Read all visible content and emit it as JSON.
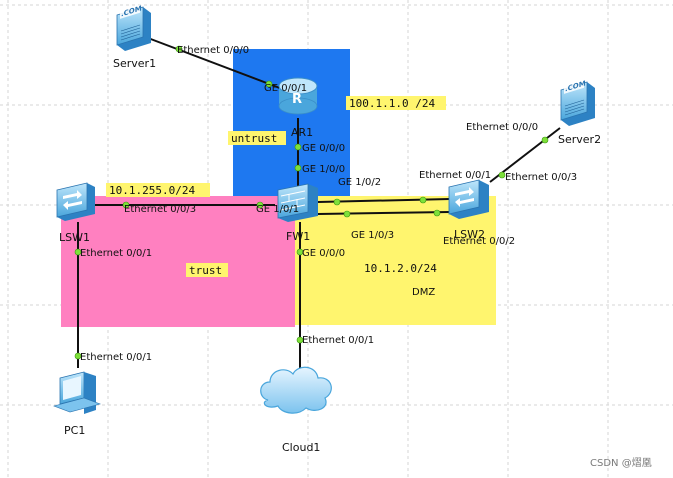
{
  "zones": {
    "untrust": "untrust",
    "trust": "trust",
    "dmz": "DMZ"
  },
  "networks": {
    "untrust_net": "100.1.1.0 /24",
    "trust_net": "10.1.255.0/24",
    "dmz_net": "10.1.2.0/24"
  },
  "devices": {
    "server1": "Server1",
    "server2": "Server2",
    "ar1": "AR1",
    "fw1": "FW1",
    "lsw1": "LSW1",
    "lsw2": "LSW2",
    "pc1": "PC1",
    "cloud1": "Cloud1"
  },
  "ports": {
    "server1_eth": "Ethernet 0/0/0",
    "ar1_ge001": "GE 0/0/1",
    "ar1_ge000": "GE 0/0/0",
    "fw1_ge100": "GE 1/0/0",
    "fw1_ge102": "GE 1/0/2",
    "fw1_ge101": "GE 1/0/1",
    "fw1_ge103": "GE 1/0/3",
    "fw1_ge000": "GE 0/0/0",
    "lsw1_eth003": "Ethernet 0/0/3",
    "lsw1_eth001": "Ethernet 0/0/1",
    "pc1_eth": "Ethernet 0/0/1",
    "server2_eth": "Ethernet 0/0/0",
    "lsw2_eth001": "Ethernet 0/0/1",
    "lsw2_eth003": "Ethernet 0/0/3",
    "lsw2_eth002": "Ethernet 0/0/2",
    "cloud1_eth": "Ethernet 0/0/1"
  },
  "watermark": "CSDN @熠凰",
  "colors": {
    "untrust_zone": "#1e78f0",
    "trust_zone": "#ff80c0",
    "dmz_zone": "#fff56e",
    "port_dot": "#7ee03a",
    "device_blue": "#5ab4e6"
  },
  "icons": {
    "server": "server-icon",
    "router": "router-icon",
    "firewall": "firewall-icon",
    "switch": "switch-icon",
    "pc": "pc-icon",
    "cloud": "cloud-icon"
  }
}
